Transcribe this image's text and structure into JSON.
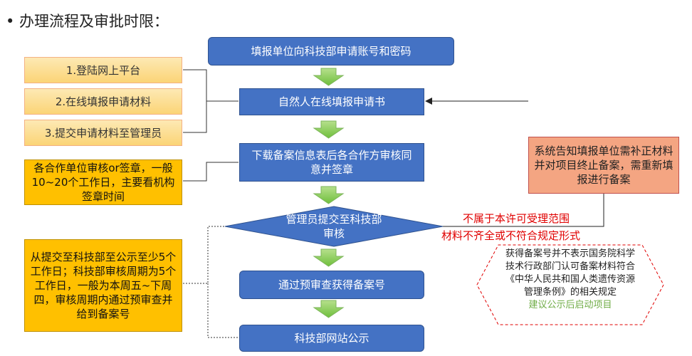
{
  "title": "• 办理流程及审批时限：",
  "flow": {
    "step1": "填报单位向科技部申请账号和密码",
    "step2": "自然人在线填报申请书",
    "step3": "下载备案信息表后各合作方审核同意并签章",
    "step4": "管理员提交至科技部审核",
    "step5": "通过预审查获得备案号",
    "step6": "科技部网站公示"
  },
  "left_steps": [
    "1.登陆网上平台",
    "2.在线填报申请材料",
    "3.提交申请材料至管理员"
  ],
  "note_signing": "各合作单位审核or签章，一般10~20个工作日，主要看机构签章时间",
  "note_review": "从提交至科技部至公示至少5个工作日；科技部审核周期为5个工作日，一般为本周五~下周四，审核周期内通过预审查并给到备案号",
  "note_supplement": "系统告知填报单位需补正材料并对项目终止备案，需重新填报进行备案",
  "reject_reasons": [
    "不属于本许可受理范围",
    "材料不齐全或不符合规定形式"
  ],
  "hex_note": "获得备案号并不表示国务院科学技术行政部门认可备案材料符合《中华人民共和国人类遗传资源管理条例》的相关规定",
  "hex_note_green": "建议公示后启动项目",
  "colors": {
    "flow_blue": "#4472c4",
    "arrow_green": "#8fd05b",
    "note_orange": "#ffc000",
    "note_salmon": "#f4a582",
    "reject_red": "#e00000",
    "hex_border": "#e00000"
  }
}
